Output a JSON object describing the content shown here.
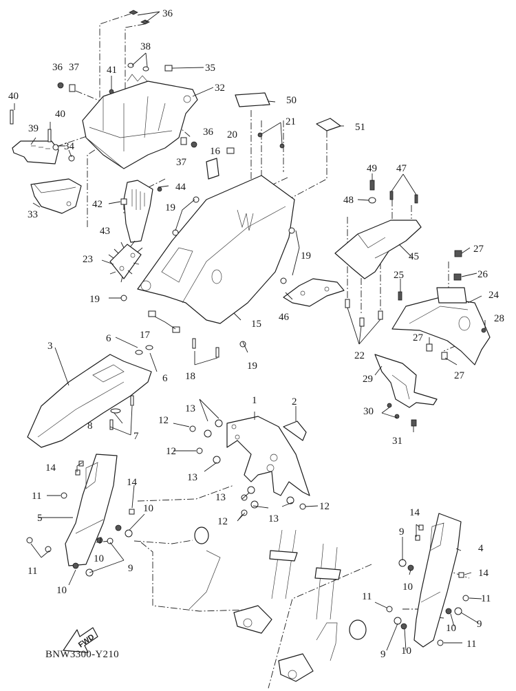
{
  "diagram": {
    "title": "Fender / Cowling Exploded Parts Diagram",
    "drawing_code": "BNW3300-Y210",
    "direction_marker": "FWD",
    "callouts": {
      "c1": "1",
      "c2": "2",
      "c3": "3",
      "c4": "4",
      "c5": "5",
      "c6a": "6",
      "c6b": "6",
      "c7": "7",
      "c8": "8",
      "c9a": "9",
      "c9b": "9",
      "c9c": "9",
      "c9d": "9",
      "c10a": "10",
      "c10b": "10",
      "c10c": "10",
      "c10d": "10",
      "c10e": "10",
      "c10f": "10",
      "c11a": "11",
      "c11b": "11",
      "c11c": "11",
      "c11d": "11",
      "c11e": "11",
      "c12a": "12",
      "c12b": "12",
      "c12c": "12",
      "c12d": "12",
      "c13a": "13",
      "c13b": "13",
      "c13c": "13",
      "c13d": "13",
      "c14a": "14",
      "c14b": "14",
      "c14c": "14",
      "c14d": "14",
      "c15": "15",
      "c16": "16",
      "c17": "17",
      "c18": "18",
      "c19a": "19",
      "c19b": "19",
      "c19c": "19",
      "c19d": "19",
      "c20": "20",
      "c21": "21",
      "c22": "22",
      "c23": "23",
      "c24": "24",
      "c25": "25",
      "c26": "26",
      "c27a": "27",
      "c27b": "27",
      "c27c": "27",
      "c28": "28",
      "c29": "29",
      "c30": "30",
      "c31": "31",
      "c32": "32",
      "c33": "33",
      "c34": "34",
      "c35": "35",
      "c36a": "36",
      "c36b": "36",
      "c36c": "36",
      "c37a": "37",
      "c37b": "37",
      "c38": "38",
      "c39": "39",
      "c40a": "40",
      "c40b": "40",
      "c41": "41",
      "c42": "42",
      "c43": "43",
      "c44": "44",
      "c45": "45",
      "c46": "46",
      "c47": "47",
      "c48": "48",
      "c49": "49",
      "c50": "50",
      "c51": "51"
    }
  }
}
